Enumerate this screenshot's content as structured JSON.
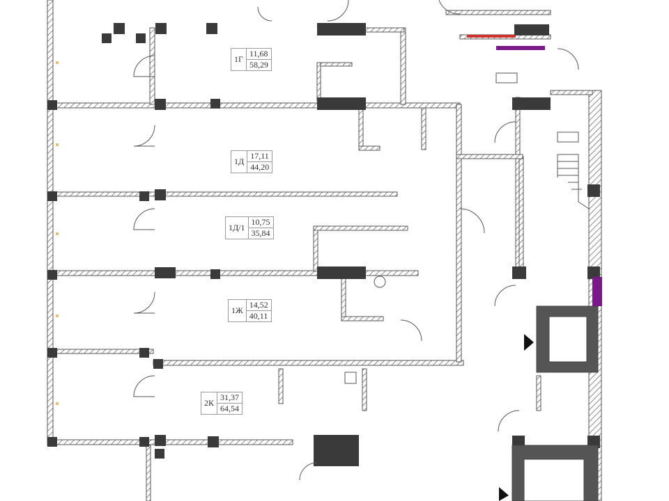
{
  "plan": {
    "rooms": [
      {
        "code": "1Г",
        "area_a": "11,68",
        "area_b": "58,29"
      },
      {
        "code": "1Д",
        "area_a": "17,11",
        "area_b": "44,20"
      },
      {
        "code": "1Д/1",
        "area_a": "10,75",
        "area_b": "35,84"
      },
      {
        "code": "1Ж",
        "area_a": "14,52",
        "area_b": "40,11"
      },
      {
        "code": "2К",
        "area_a": "31,37",
        "area_b": "64,54"
      }
    ],
    "colors": {
      "wall": "#555555",
      "column": "#3a3a3a",
      "accent": "#7a1a8a",
      "red": "#d03030"
    }
  }
}
